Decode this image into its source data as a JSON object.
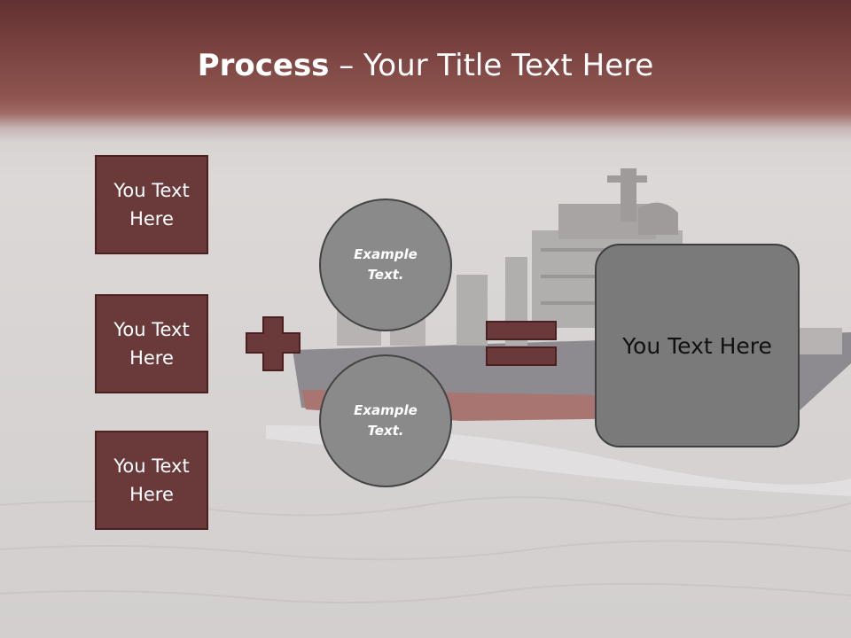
{
  "slide": {
    "title_bold": "Process",
    "title_rest": " – Your Title Text Here",
    "left_boxes": [
      {
        "label": "You Text Here"
      },
      {
        "label": "You Text Here"
      },
      {
        "label": "You Text Here"
      }
    ],
    "circles": [
      {
        "label": "Example Text."
      },
      {
        "label": "Example Text."
      }
    ],
    "result_label": "You Text Here"
  },
  "colors": {
    "header_top": "#613131",
    "box_fill": "#6a3a3a",
    "circle_fill": "#8a8a8a",
    "result_fill": "#7a7a7a"
  },
  "icons": [
    "plus-sign",
    "equals-sign"
  ]
}
